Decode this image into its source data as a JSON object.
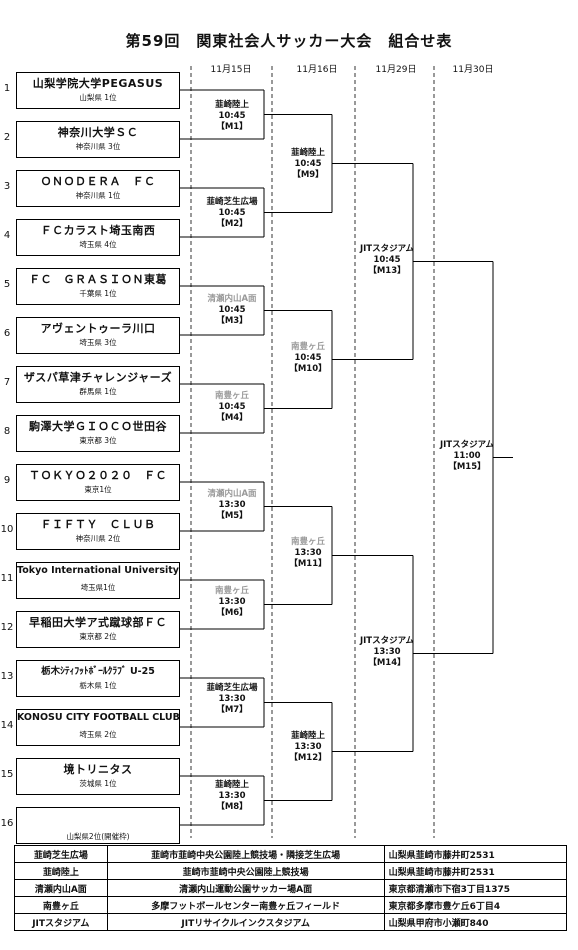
{
  "title": "第59回　関東社会人サッカー大会　組合せ表",
  "dates": [
    "11月15日",
    "11月16日",
    "11月29日",
    "11月30日"
  ],
  "teams": [
    {
      "seed": "1",
      "name": "山梨学院大学PEGASUS",
      "sub": "山梨県 1位"
    },
    {
      "seed": "2",
      "name": "神奈川大学ＳＣ",
      "sub": "神奈川県 3位"
    },
    {
      "seed": "3",
      "name": "ＯＮＯＤＥＲＡ　ＦＣ",
      "sub": "神奈川県 1位"
    },
    {
      "seed": "4",
      "name": "ＦＣカラスト埼玉南西",
      "sub": "埼玉県 4位"
    },
    {
      "seed": "5",
      "name": "ＦＣ　ＧＲＡＳＩＯＮ東葛",
      "sub": "千葉県 1位"
    },
    {
      "seed": "6",
      "name": "アヴェントゥーラ川口",
      "sub": "埼玉県 3位"
    },
    {
      "seed": "7",
      "name": "ザスパ草津チャレンジャーズ",
      "sub": "群馬県 1位"
    },
    {
      "seed": "8",
      "name": "駒澤大学ＧＩＯＣＯ世田谷",
      "sub": "東京都 3位"
    },
    {
      "seed": "9",
      "name": "ＴＯＫＹＯ２０２０　ＦＣ",
      "sub": "東京1位"
    },
    {
      "seed": "10",
      "name": "ＦＩＦＴＹ　ＣＬＵＢ",
      "sub": "神奈川県 2位"
    },
    {
      "seed": "11",
      "name": "Tokyo International University",
      "sub": "埼玉県1位"
    },
    {
      "seed": "12",
      "name": "早稲田大学ア式蹴球部ＦＣ",
      "sub": "東京都 2位"
    },
    {
      "seed": "13",
      "name": "栃木ｼﾃｨﾌｯﾄﾎﾞｰﾙｸﾗﾌﾞ U-25",
      "sub": "栃木県 1位"
    },
    {
      "seed": "14",
      "name": "KONOSU CITY FOOTBALL CLUB",
      "sub": "埼玉県 2位"
    },
    {
      "seed": "15",
      "name": "境トリニタス",
      "sub": "茨城県 1位"
    },
    {
      "seed": "16",
      "name": "",
      "sub": "山梨県2位(開催枠)"
    }
  ],
  "matches": [
    {
      "venue": "韮崎陸上",
      "time": "10:45",
      "code": "【M1】"
    },
    {
      "venue": "韮崎芝生広場",
      "time": "10:45",
      "code": "【M2】"
    },
    {
      "venue": "清瀬内山A面",
      "time": "10:45",
      "code": "【M3】"
    },
    {
      "venue": "南豊ヶ丘",
      "time": "10:45",
      "code": "【M4】"
    },
    {
      "venue": "清瀬内山A面",
      "time": "13:30",
      "code": "【M5】"
    },
    {
      "venue": "南豊ヶ丘",
      "time": "13:30",
      "code": "【M6】"
    },
    {
      "venue": "韮崎芝生広場",
      "time": "13:30",
      "code": "【M7】"
    },
    {
      "venue": "韮崎陸上",
      "time": "13:30",
      "code": "【M8】"
    },
    {
      "venue": "韮崎陸上",
      "time": "10:45",
      "code": "【M9】"
    },
    {
      "venue": "南豊ヶ丘",
      "time": "10:45",
      "code": "【M10】"
    },
    {
      "venue": "南豊ヶ丘",
      "time": "13:30",
      "code": "【M11】"
    },
    {
      "venue": "韮崎陸上",
      "time": "13:30",
      "code": "【M12】"
    },
    {
      "venue": "JITスタジアム",
      "time": "10:45",
      "code": "【M13】"
    },
    {
      "venue": "JITスタジアム",
      "time": "13:30",
      "code": "【M14】"
    },
    {
      "venue": "JITスタジアム",
      "time": "11:00",
      "code": "【M15】"
    }
  ],
  "venues": [
    {
      "short": "韮崎芝生広場",
      "full": "韮崎市韮崎中央公園陸上競技場・隣接芝生広場",
      "address": "山梨県韮崎市藤井町2531"
    },
    {
      "short": "韮崎陸上",
      "full": "韮崎市韮崎中央公園陸上競技場",
      "address": "山梨県韮崎市藤井町2531"
    },
    {
      "short": "清瀬内山A面",
      "full": "清瀬内山運動公園サッカー場A面",
      "address": "東京都清瀬市下宿3丁目1375"
    },
    {
      "short": "南豊ヶ丘",
      "full": "多摩フットボールセンター南豊ヶ丘フィールド",
      "address": "東京都多摩市豊ケ丘6丁目4"
    },
    {
      "short": "JITスタジアム",
      "full": "JITリサイクルインクスタジアム",
      "address": "山梨県甲府市小瀬町840"
    }
  ],
  "colors": {
    "line": "#000000",
    "dashed": "#333333",
    "gray_venue": "#999999"
  }
}
